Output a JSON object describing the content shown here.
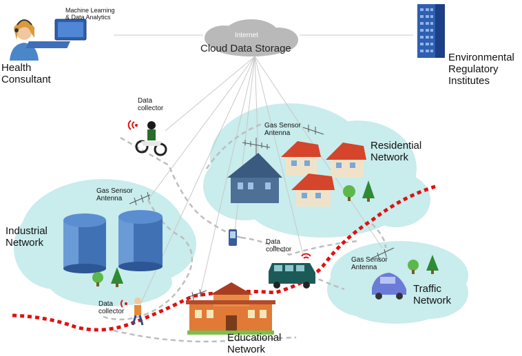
{
  "labels": {
    "health": "Health\nConsultant",
    "ml": "Machine Learning\n& Data Analytics",
    "internet": "Internet",
    "cloud": "Cloud Data Storage",
    "env": "Environmental\nRegulatory\nInstitutes",
    "collector_bike": "Data\ncollector",
    "collector_van": "Data\ncollector",
    "collector_walk": "Data\ncollector",
    "gas_res": "Gas Sensor\nAntenna",
    "gas_ind": "Gas Sensor\nAntenna",
    "gas_traffic": "Gas Sensor\nAntenna",
    "residential": "Residential\nNetwork",
    "industrial": "Industrial\nNetwork",
    "traffic": "Traffic\nNetwork",
    "educational": "Educational\nNetwork",
    "tree": "Tree"
  },
  "colors": {
    "network_cloud": "#c9ecec",
    "route": "#e11010",
    "link": "#bdbdbd",
    "roof": "#d4452b",
    "house_wall": "#f0e2c9",
    "tank": "#3f71b4",
    "building": "#3e6fb8"
  }
}
